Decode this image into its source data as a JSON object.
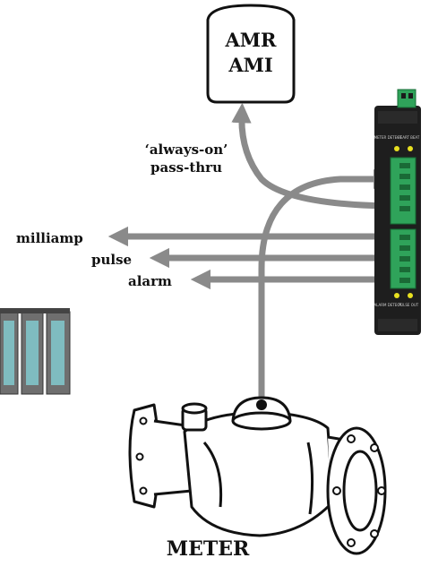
{
  "head_end": {
    "line1": "AMR",
    "line2": "AMI"
  },
  "passthru": {
    "line1": "‘always-on’",
    "line2": "pass-thru"
  },
  "outputs": {
    "milliamp": "milliamp",
    "pulse": "pulse",
    "alarm": "alarm"
  },
  "module": {
    "top_left_label": "METER DETECT",
    "top_right_label": "HEART BEAT",
    "bottom_left_label": "ALARM DETECT",
    "bottom_right_label": "PULSE OUT"
  },
  "meter": {
    "label": "METER"
  },
  "colors": {
    "wire": "#8a8a8a",
    "module_body": "#1e1e1e",
    "terminal": "#2fa35a",
    "led": "#e8e020",
    "plc": "#7fbcc0"
  }
}
